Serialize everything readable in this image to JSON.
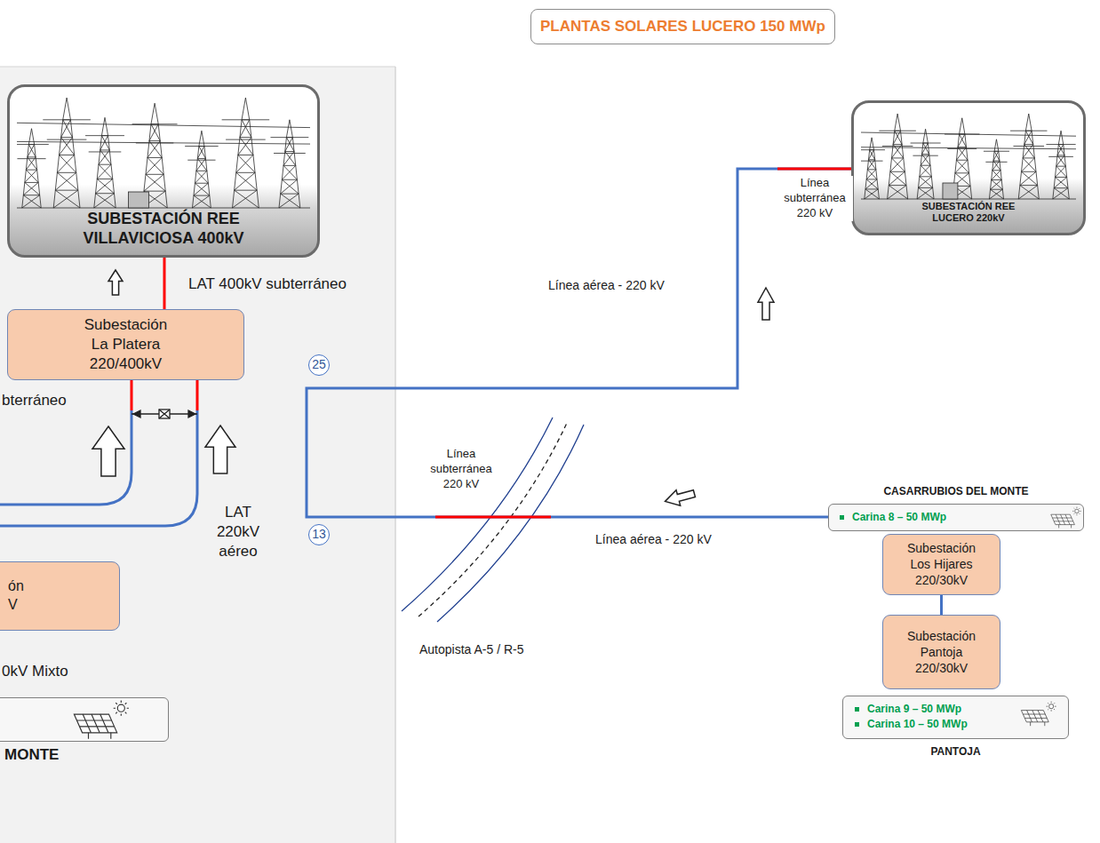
{
  "diagram": {
    "title": "PLANTAS SOLARES LUCERO 150 MWp",
    "nodes": [
      {
        "text": [
          "SUBESTACIÓN REE VILLAVICIOSA 400kV"
        ]
      },
      {
        "text": [
          "Subestación La Platera 220/400kV"
        ]
      },
      {
        "text": [
          "ón V"
        ]
      },
      {
        "text": [
          "MONTE"
        ]
      },
      {
        "text": [
          "SUBESTACIÓN REE LUCERO 220kV"
        ]
      },
      {
        "text": [
          "CASARRUBIOS DEL MONTE",
          "Carina 8 – 50 MWp"
        ]
      },
      {
        "text": [
          "Subestación Los Hijares 220/30kV"
        ]
      },
      {
        "text": [
          "Subestación Pantoja 220/30kV"
        ]
      },
      {
        "text": [
          "Carina 9 – 50 MWp",
          "Carina 10 – 50 MWp",
          "PANTOJA"
        ]
      }
    ],
    "edges": [
      {
        "from": 1,
        "to": 0,
        "arrow": "none"
      },
      {
        "from": 5,
        "to": 4,
        "arrow": "none"
      },
      {
        "from": 6,
        "to": 7,
        "arrow": "none"
      }
    ],
    "labels": [
      "LAT 400kV subterráneo",
      "bterráneo",
      "LAT 220kV aéreo",
      "0kV Mixto",
      "25",
      "13",
      "Línea subterránea 220 kV",
      "Línea aérea - 220 kV",
      "Línea subterránea 220 kV",
      "Línea aérea - 220 kV",
      "Autopista A-5 / R-5"
    ]
  }
}
